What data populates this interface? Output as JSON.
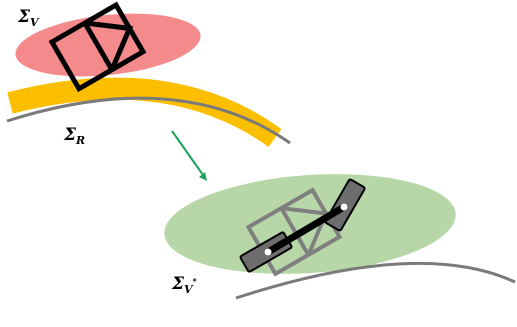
{
  "labels": {
    "sigma": "Σ",
    "virtual": {
      "subscript": "V"
    },
    "road": {
      "subscript": "R"
    },
    "transformed": {
      "subscript": "V",
      "superscript": "*"
    }
  },
  "colors": {
    "virtual_ellipse": "#f48a8c",
    "road_band": "#fcbf00",
    "road_line": "#7a7a7a",
    "transformed_ellipse": "#b7d7a8",
    "arrow": "#1aa35a",
    "outline_black": "#000000",
    "outline_gray": "#7f7f7f",
    "link_gray": "#6d6d6d"
  }
}
